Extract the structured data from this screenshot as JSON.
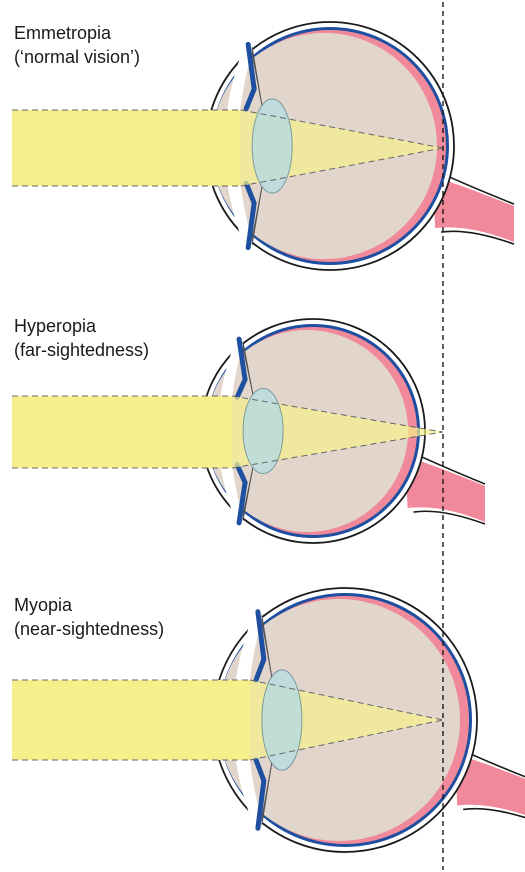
{
  "panels": [
    {
      "id": "emmetropia",
      "title": "Emmetropia",
      "subtitle": "(‘normal vision’)"
    },
    {
      "id": "hyperopia",
      "title": "Hyperopia",
      "subtitle": "(far-sightedness)"
    },
    {
      "id": "myopia",
      "title": "Myopia",
      "subtitle": "(near-sightedness)"
    }
  ],
  "colors": {
    "light_beam": "#f5ef8c",
    "vitreous": "#e2d6cc",
    "retina": "#f08a9a",
    "choroid": "#1f4fa0",
    "lens": "#b9dde0",
    "optic_nerve": "#f08a9a",
    "outline": "#1a1a1a",
    "ray_line": "#666666"
  }
}
